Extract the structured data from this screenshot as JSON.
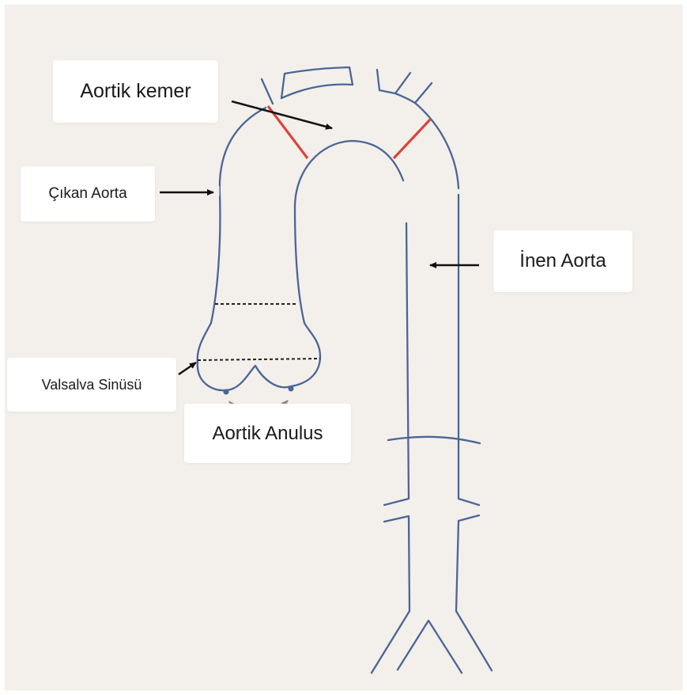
{
  "colors": {
    "background": "#f3efea",
    "vessel_wall": "#4a6696",
    "arch_boundary": "#d9453a",
    "arrow": "#111111",
    "annulus_arrow": "#8a8a8a",
    "label_bg": "#ffffff"
  },
  "labels": {
    "aortic_arch": "Aortik kemer",
    "ascending_aorta": "Çıkan Aorta",
    "descending_aorta": "İnen Aorta",
    "sinus_of_valsalva": "Valsalva Sinüsü",
    "aortic_annulus": "Aortik Anulus"
  }
}
